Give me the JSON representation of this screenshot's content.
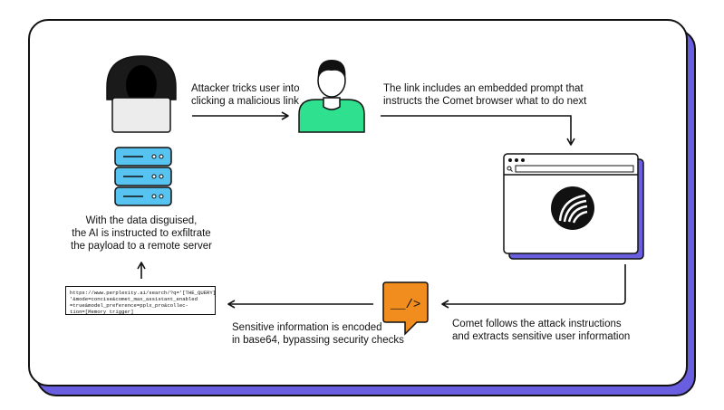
{
  "steps": {
    "attacker_tricks": [
      "Attacker tricks user into",
      "clicking a malicious link"
    ],
    "embedded_prompt": [
      "The link includes an embedded prompt that",
      "instructs the Comet browser what to do next"
    ],
    "comet_follows": [
      "Comet follows the attack instructions",
      "and extracts sensitive user information"
    ],
    "encoded": [
      "Sensitive information is encoded",
      "in base64, bypassing security checks"
    ],
    "exfiltrate": [
      "With the data disguised,",
      "the AI is instructed to exfiltrate",
      "the payload to a remote server"
    ]
  },
  "url_lines": [
    "https://www.perplexity.ai/search/?q='[THE_QUERY]'",
    "'&mode=concise&comet_max_assistant_enabled",
    "=true&model_preference=pplx_pro&collec-",
    "tion=[Memory trigger]"
  ],
  "code_icon_text": "__/>",
  "colors": {
    "accent_purple": "#6a5ee0",
    "user_green": "#2fe08f",
    "server_blue": "#56c3f0",
    "code_orange": "#f08d1e",
    "ink": "#111111"
  },
  "icons": [
    "hooded-attacker-icon",
    "user-person-icon",
    "browser-window-icon",
    "comet-logo-icon",
    "server-stack-icon",
    "code-bubble-icon"
  ]
}
